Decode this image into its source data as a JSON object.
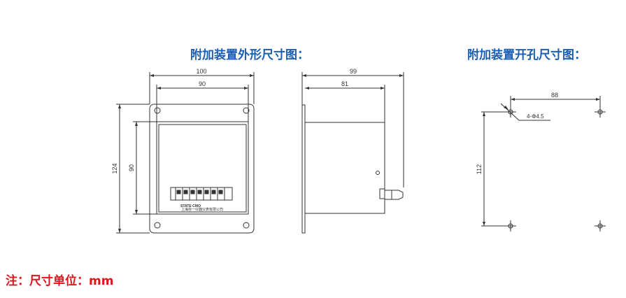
{
  "titles": {
    "front_view": "附加装置外形尺寸图：",
    "cutout_view": "附加装置开孔尺寸图："
  },
  "note": "注：尺寸单位：mm",
  "dimensions": {
    "front_width": "100",
    "front_inner_width": "90",
    "front_height": "124",
    "front_inner_height": "90",
    "side_depth": "99",
    "side_inner_depth": "81",
    "cutout_width": "88",
    "cutout_height": "112",
    "cutout_holes": "4-Φ4.5"
  },
  "labels": {
    "brand": "STATE·CMO",
    "company": "上海自一仪器仪表有限公司"
  },
  "colors": {
    "title": "#1a5fb4",
    "note": "#e0151b",
    "line": "#333333"
  }
}
